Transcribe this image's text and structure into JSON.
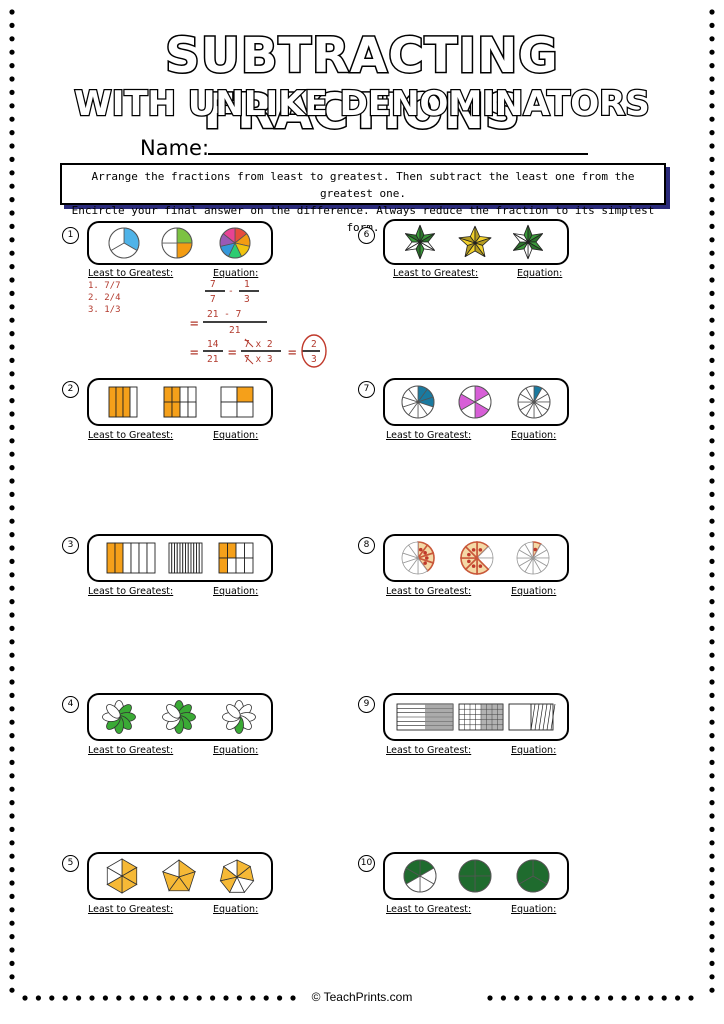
{
  "title_line1": "SUBTRACTING FRACTIONS",
  "title_line2": "WITH UNLIKE DENOMINATORS",
  "name_label": "Name:",
  "instructions": {
    "line1": "Arrange the fractions from least to greatest. Then subtract the least one from the greatest one.",
    "line2": "Encircle your final answer on the difference. Always reduce the fraction to its simplest form."
  },
  "labels": {
    "least": "Least to Greatest:",
    "equation": "Equation:"
  },
  "problems": [
    {
      "number": "1",
      "shapes": [
        "circle-thirds",
        "circle-quarters",
        "circle-sevenths"
      ]
    },
    {
      "number": "2",
      "shapes": [
        "bars-4",
        "bars-8",
        "square-4"
      ]
    },
    {
      "number": "3",
      "shapes": [
        "bars-6",
        "bars-12",
        "grid-8"
      ]
    },
    {
      "number": "4",
      "shapes": [
        "flower-8",
        "flower-8",
        "flower-8"
      ]
    },
    {
      "number": "5",
      "shapes": [
        "hexagon-6",
        "pentagon-5",
        "heptagon-7"
      ]
    },
    {
      "number": "6",
      "shapes": [
        "star-6",
        "star-5",
        "star-6"
      ]
    },
    {
      "number": "7",
      "shapes": [
        "circle-10",
        "swirl-6",
        "circle-12"
      ]
    },
    {
      "number": "8",
      "shapes": [
        "pizza-10",
        "pizza-8",
        "pizza-12"
      ]
    },
    {
      "number": "9",
      "shapes": [
        "rect-lines",
        "rect-grid",
        "rect-hatched"
      ]
    },
    {
      "number": "10",
      "shapes": [
        "circle-6",
        "circle-4",
        "circle-3"
      ]
    }
  ],
  "example": {
    "order": [
      "1. 7/7",
      "2. 2/4",
      "3. 1/3"
    ],
    "step1": {
      "a_num": "7",
      "a_den": "7",
      "op": "-",
      "b_num": "1",
      "b_den": "3"
    },
    "step2": {
      "eq": "=",
      "num": "21 - 7",
      "den": "21"
    },
    "step3": {
      "eq": "=",
      "num": "14",
      "den": "21",
      "eq2": "=",
      "num2": "7 x 2",
      "den2": "7 x 3",
      "eq3": "=",
      "ans_num": "2",
      "ans_den": "3"
    }
  },
  "colors": {
    "blue": "#4fb3e8",
    "green": "#7cc242",
    "orange": "#f39c12",
    "red": "#e74c3c",
    "bar_orange": "#f5a01a",
    "leaf_green": "#3aaa35",
    "poly_yellow": "#f6b936",
    "star_green": "#3a9a3a",
    "star_yellow": "#f2d12b",
    "teal": "#1a7aa0",
    "magenta": "#d75fd7",
    "pizza": "#c9583a",
    "dark_green": "#1f6b2e",
    "ink_red": "#b23a2e"
  },
  "copyright": "© TeachPrints.com"
}
